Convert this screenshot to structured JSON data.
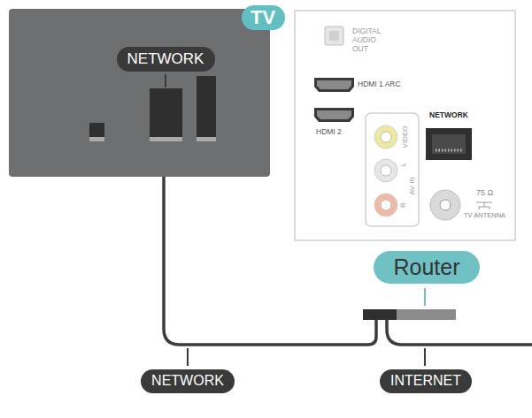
{
  "diagram": {
    "nodes": [
      {
        "text": [
          "TV"
        ]
      },
      {
        "text": [
          "NETWORK"
        ]
      },
      {
        "text": [
          "Router"
        ]
      },
      {
        "text": [
          "NETWORK"
        ]
      },
      {
        "text": [
          "INTERNET"
        ]
      }
    ],
    "labels": [
      "DIGITAL AUDIO OUT",
      "HDMI 1 ARC",
      "HDMI 2",
      "NETWORK",
      "VIDEO",
      "L",
      "AV IN",
      "R",
      "75 Ω",
      "TV ANTENNA"
    ]
  }
}
